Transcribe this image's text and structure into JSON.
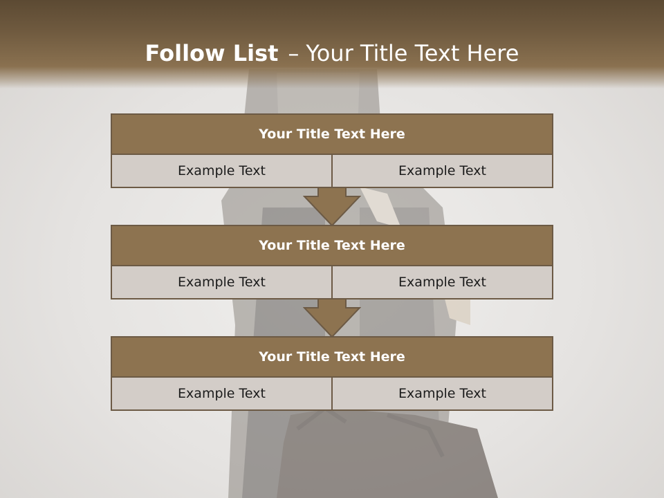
{
  "slide": {
    "title_bold": "Follow List",
    "title_separator": "–",
    "title_rest": "Your Title Text Here"
  },
  "blocks": [
    {
      "title": "Your Title Text Here",
      "cells": [
        "Example Text",
        "Example Text"
      ]
    },
    {
      "title": "Your Title Text Here",
      "cells": [
        "Example Text",
        "Example Text"
      ]
    },
    {
      "title": "Your Title Text Here",
      "cells": [
        "Example Text",
        "Example Text"
      ]
    }
  ],
  "colors": {
    "header_brown": "#6f5a3f",
    "block_title_fill": "#8d7350",
    "cell_fill": "#d3cdc8",
    "border": "#6c5a45",
    "arrow_fill": "#8d7350"
  }
}
